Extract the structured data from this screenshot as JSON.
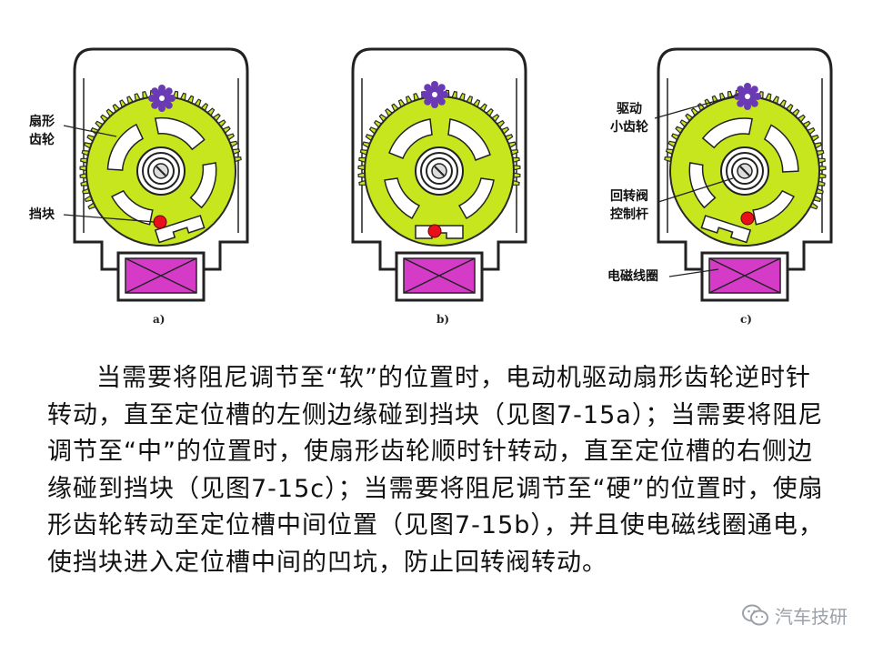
{
  "figure": {
    "panels": [
      {
        "id": "a",
        "caption": "a)"
      },
      {
        "id": "b",
        "caption": "b)"
      },
      {
        "id": "c",
        "caption": "c)"
      }
    ],
    "labels": {
      "sector_gear": "扇形\n齿轮",
      "stopper": "挡块",
      "drive_pinion": "驱动\n小齿轮",
      "rotary_valve_rod": "回转阀\n控制杆",
      "solenoid": "电磁线圈"
    },
    "colors": {
      "gear": "#c8e61e",
      "gear_outline": "#2a2a2a",
      "pinion": "#6a3ab5",
      "stopper": "#e8101a",
      "solenoid": "#d63bc8",
      "housing": "#ffffff"
    }
  },
  "paragraph": "当需要将阻尼调节至“软”的位置时，电动机驱动扇形齿轮逆时针转动，直至定位槽的左侧边缘碰到挡块（见图7-15a）；当需要将阻尼调节至“中”的位置时，使扇形齿轮顺时针转动，直至定位槽的右侧边缘碰到挡块（见图7-15c）；当需要将阻尼调节至“硬”的位置时，使扇形齿轮转动至定位槽中间位置（见图7-15b），并且使电磁线圈通电，使挡块进入定位槽中间的凹坑，防止回转阀转动。",
  "watermark": {
    "icon": "wechat-icon",
    "text": "汽车技研"
  }
}
